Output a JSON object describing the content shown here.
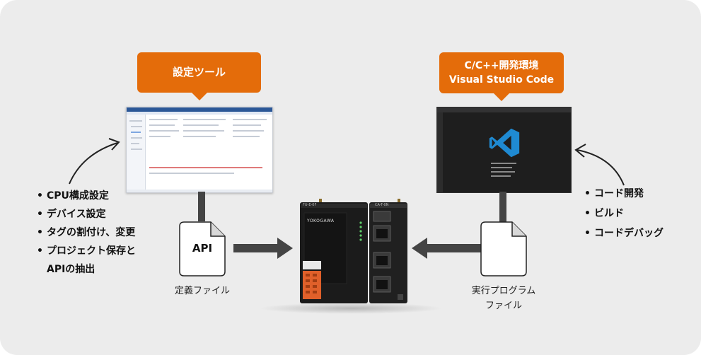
{
  "left_callout": {
    "label": "設定ツール"
  },
  "right_callout": {
    "line1": "C/C++開発環境",
    "line2": "Visual Studio Code"
  },
  "left_features": [
    "CPU構成設定",
    "デバイス設定",
    "タグの割付け、変更",
    "プロジェクト保存と",
    "APIの抽出"
  ],
  "right_features": [
    "コード開発",
    "ビルド",
    "コードデバッグ"
  ],
  "api_file": {
    "doc_text": "API",
    "caption": "定義ファイル"
  },
  "exe_file": {
    "caption_line1": "実行プログラム",
    "caption_line2": "ファイル"
  },
  "plc": {
    "cpu_label": "YOKOGAWA",
    "cpu_model": "FU-E-0F",
    "io_model": "CA-T-0N"
  },
  "colors": {
    "accent": "#e46c0a",
    "background": "#ececec",
    "connector": "#444444"
  },
  "icons": [
    "curved-arrow-icon",
    "document-icon",
    "vscode-logo-icon",
    "arrow-right-icon",
    "arrow-left-icon"
  ]
}
